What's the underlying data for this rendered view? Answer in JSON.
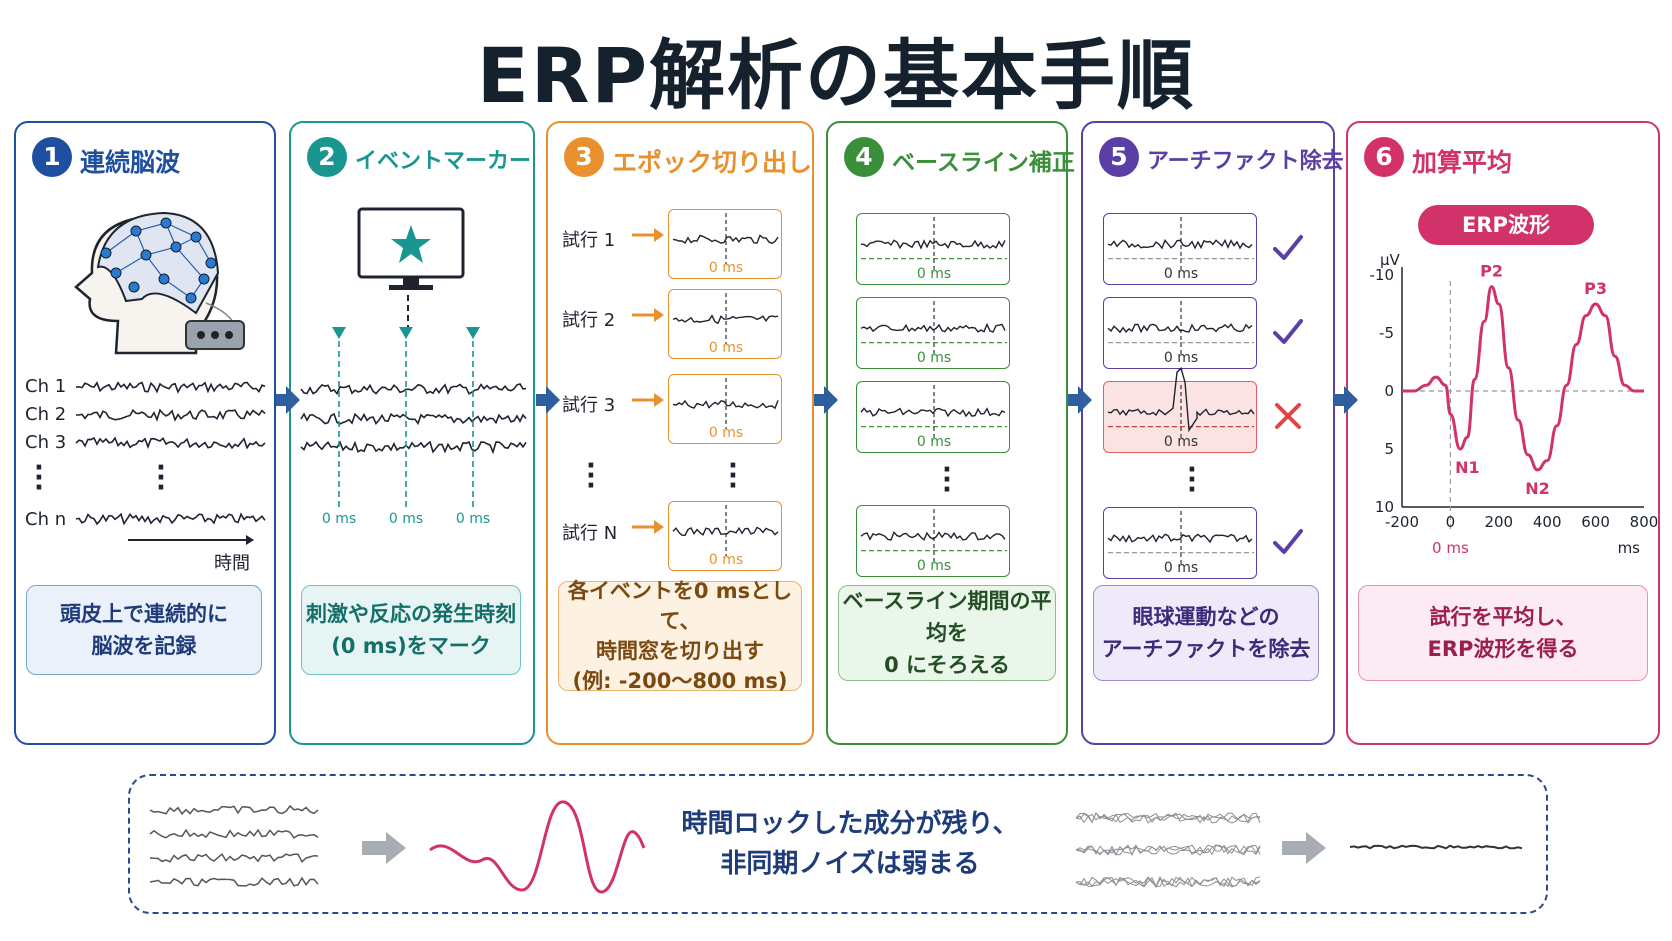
{
  "title": "ERP解析の基本手順",
  "colors": {
    "s1": "#1f4fa0",
    "s2": "#1a9690",
    "s3": "#e8912e",
    "s4": "#3a8f3a",
    "s5": "#5b3ea6",
    "s6": "#d1326a",
    "arrow": "#2f5f9e"
  },
  "steps": [
    {
      "num": "1",
      "title": "連続脳波",
      "caption": [
        "頭皮上で連続的に",
        "脳波を記録"
      ],
      "channels": [
        "Ch 1",
        "Ch 2",
        "Ch 3",
        "Ch n"
      ],
      "time_label": "時間",
      "icons": [
        "eeg-cap-head-icon",
        "amplifier-icon"
      ]
    },
    {
      "num": "2",
      "title": "イベントマーカー",
      "caption": [
        "刺激や反応の発生時刻",
        "(0 ms)をマーク"
      ],
      "marker_labels": [
        "0 ms",
        "0 ms",
        "0 ms"
      ],
      "icons": [
        "monitor-star-icon",
        "marker-triangle-icon"
      ]
    },
    {
      "num": "3",
      "title": "エポック切り出し",
      "caption": [
        "各イベントを0 msとして、",
        "時間窓を切り出す",
        "(例: -200〜800 ms)"
      ],
      "trials": [
        "試行 1",
        "試行 2",
        "試行 3",
        "試行 N"
      ],
      "epoch_label": "0 ms"
    },
    {
      "num": "4",
      "title": "ベースライン補正",
      "caption": [
        "ベースライン期間の平均を",
        "0 にそろえる"
      ],
      "epoch_label": "0 ms"
    },
    {
      "num": "5",
      "title": "アーチファクト除去",
      "caption": [
        "眼球運動などの",
        "アーチファクトを除去"
      ],
      "epoch_label": "0 ms",
      "marks": [
        "check-icon",
        "check-icon",
        "cross-icon",
        "check-icon"
      ]
    },
    {
      "num": "6",
      "title": "加算平均",
      "caption": [
        "試行を平均し、",
        "ERP波形を得る"
      ],
      "badge": "ERP波形"
    }
  ],
  "bottom": {
    "text": [
      "時間ロックした成分が残り、",
      "非同期ノイズは弱まる"
    ],
    "icons": [
      "noisy-trials-icon",
      "gray-arrow-icon",
      "erp-wave-icon",
      "overlapping-noise-icon",
      "flat-line-icon"
    ]
  },
  "chart_data": {
    "type": "line",
    "title": "",
    "xlabel": "ms",
    "ylabel": "μV",
    "xlim": [
      -200,
      800
    ],
    "ylim": [
      -10,
      10
    ],
    "y_inverted": true,
    "xticks": [
      -200,
      0,
      200,
      400,
      600,
      800
    ],
    "yticks": [
      -10,
      -5,
      0,
      5,
      10
    ],
    "zero_label": "0 ms",
    "series": [
      {
        "x": [
          -200,
          -150,
          -100,
          -60,
          -20,
          0,
          40,
          70,
          100,
          140,
          170,
          200,
          240,
          280,
          320,
          360,
          400,
          440,
          480,
          520,
          560,
          600,
          640,
          680,
          720,
          760,
          800
        ],
        "y": [
          0,
          0,
          -0.5,
          -1.2,
          -0.5,
          2,
          5,
          4,
          -1,
          -6,
          -9,
          -7.5,
          -2,
          2.5,
          5.5,
          6.8,
          6,
          3,
          -0.5,
          -4,
          -6.5,
          -7.5,
          -6.5,
          -3,
          -0.5,
          0,
          0
        ]
      }
    ],
    "annotations": [
      {
        "label": "N1",
        "x": 70,
        "y": 5
      },
      {
        "label": "P2",
        "x": 170,
        "y": -9
      },
      {
        "label": "N2",
        "x": 360,
        "y": 6.8
      },
      {
        "label": "P3",
        "x": 600,
        "y": -7.5
      }
    ],
    "grid": false
  }
}
